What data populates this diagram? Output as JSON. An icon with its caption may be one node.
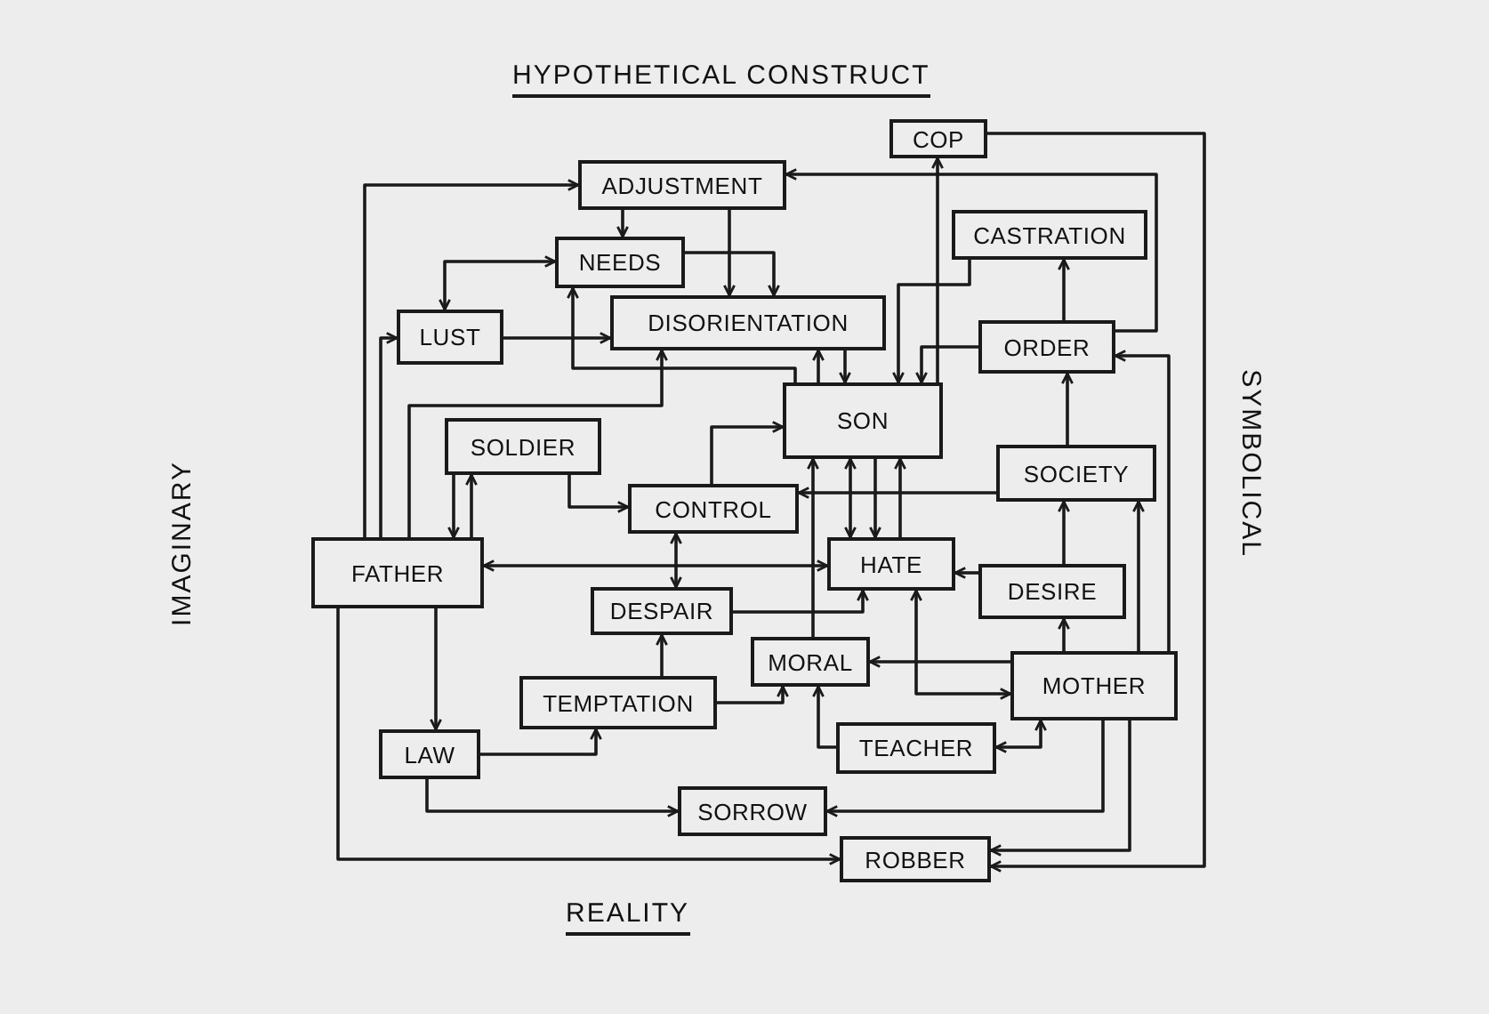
{
  "diagram": {
    "nodes": [
      {
        "text": [
          "COP"
        ]
      },
      {
        "text": [
          "ADJUSTMENT"
        ]
      },
      {
        "text": [
          "CASTRATION"
        ]
      },
      {
        "text": [
          "NEEDS"
        ]
      },
      {
        "text": [
          "LUST"
        ]
      },
      {
        "text": [
          "DISORIENTATION"
        ]
      },
      {
        "text": [
          "ORDER"
        ]
      },
      {
        "text": [
          "SON"
        ]
      },
      {
        "text": [
          "SOLDIER"
        ]
      },
      {
        "text": [
          "SOCIETY"
        ]
      },
      {
        "text": [
          "CONTROL"
        ]
      },
      {
        "text": [
          "FATHER"
        ]
      },
      {
        "text": [
          "HATE"
        ]
      },
      {
        "text": [
          "DESIRE"
        ]
      },
      {
        "text": [
          "DESPAIR"
        ]
      },
      {
        "text": [
          "MORAL"
        ]
      },
      {
        "text": [
          "TEMPTATION"
        ]
      },
      {
        "text": [
          "MOTHER"
        ]
      },
      {
        "text": [
          "LAW"
        ]
      },
      {
        "text": [
          "TEACHER"
        ]
      },
      {
        "text": [
          "SORROW"
        ]
      },
      {
        "text": [
          "ROBBER"
        ]
      }
    ],
    "edges": [
      {
        "from": 6,
        "to": 1,
        "arrow": "to"
      },
      {
        "from": 6,
        "to": 2,
        "arrow": "to"
      },
      {
        "from": 0,
        "to": 21,
        "arrow": "to"
      },
      {
        "from": 7,
        "to": 0,
        "arrow": "to"
      },
      {
        "from": 2,
        "to": 7,
        "arrow": "to"
      },
      {
        "from": 6,
        "to": 7,
        "arrow": "to"
      },
      {
        "from": 9,
        "to": 6,
        "arrow": "to"
      },
      {
        "from": 17,
        "to": 6,
        "arrow": "to"
      },
      {
        "from": 17,
        "to": 9,
        "arrow": "to"
      },
      {
        "from": 13,
        "to": 9,
        "arrow": "to"
      },
      {
        "from": 17,
        "to": 13,
        "arrow": "to"
      },
      {
        "from": 13,
        "to": 12,
        "arrow": "to"
      },
      {
        "from": 17,
        "to": 15,
        "arrow": "to"
      },
      {
        "from": 12,
        "to": 17,
        "arrow": "both"
      },
      {
        "from": 19,
        "to": 17,
        "arrow": "both"
      },
      {
        "from": 19,
        "to": 15,
        "arrow": "to"
      },
      {
        "from": 16,
        "to": 15,
        "arrow": "to"
      },
      {
        "from": 16,
        "to": 14,
        "arrow": "to"
      },
      {
        "from": 18,
        "to": 16,
        "arrow": "to"
      },
      {
        "from": 18,
        "to": 20,
        "arrow": "to"
      },
      {
        "from": 17,
        "to": 20,
        "arrow": "to"
      },
      {
        "from": 17,
        "to": 21,
        "arrow": "to"
      },
      {
        "from": 11,
        "to": 18,
        "arrow": "to"
      },
      {
        "from": 11,
        "to": 21,
        "arrow": "to"
      },
      {
        "from": 11,
        "to": 12,
        "arrow": "both"
      },
      {
        "from": 10,
        "to": 14,
        "arrow": "both"
      },
      {
        "from": 14,
        "to": 12,
        "arrow": "to"
      },
      {
        "from": 11,
        "to": 8,
        "arrow": "to"
      },
      {
        "from": 8,
        "to": 11,
        "arrow": "to"
      },
      {
        "from": 8,
        "to": 10,
        "arrow": "to"
      },
      {
        "from": 10,
        "to": 7,
        "arrow": "to"
      },
      {
        "from": 9,
        "to": 10,
        "arrow": "to"
      },
      {
        "from": 15,
        "to": 7,
        "arrow": "to"
      },
      {
        "from": 7,
        "to": 12,
        "arrow": "both"
      },
      {
        "from": 7,
        "to": 12,
        "arrow": "to"
      },
      {
        "from": 12,
        "to": 7,
        "arrow": "to"
      },
      {
        "from": 11,
        "to": 1,
        "arrow": "to"
      },
      {
        "from": 11,
        "to": 4,
        "arrow": "to"
      },
      {
        "from": 11,
        "to": 5,
        "arrow": "to"
      },
      {
        "from": 4,
        "to": 3,
        "arrow": "both"
      },
      {
        "from": 4,
        "to": 5,
        "arrow": "to"
      },
      {
        "from": 1,
        "to": 3,
        "arrow": "to"
      },
      {
        "from": 1,
        "to": 5,
        "arrow": "to"
      },
      {
        "from": 3,
        "to": 5,
        "arrow": "to"
      },
      {
        "from": 7,
        "to": 3,
        "arrow": "to"
      },
      {
        "from": 7,
        "to": 5,
        "arrow": "to"
      },
      {
        "from": 5,
        "to": 7,
        "arrow": "to"
      }
    ],
    "labels": [
      "HYPOTHETICAL CONSTRUCT",
      "SYMBOLICAL",
      "IMAGINARY",
      "REALITY"
    ]
  }
}
